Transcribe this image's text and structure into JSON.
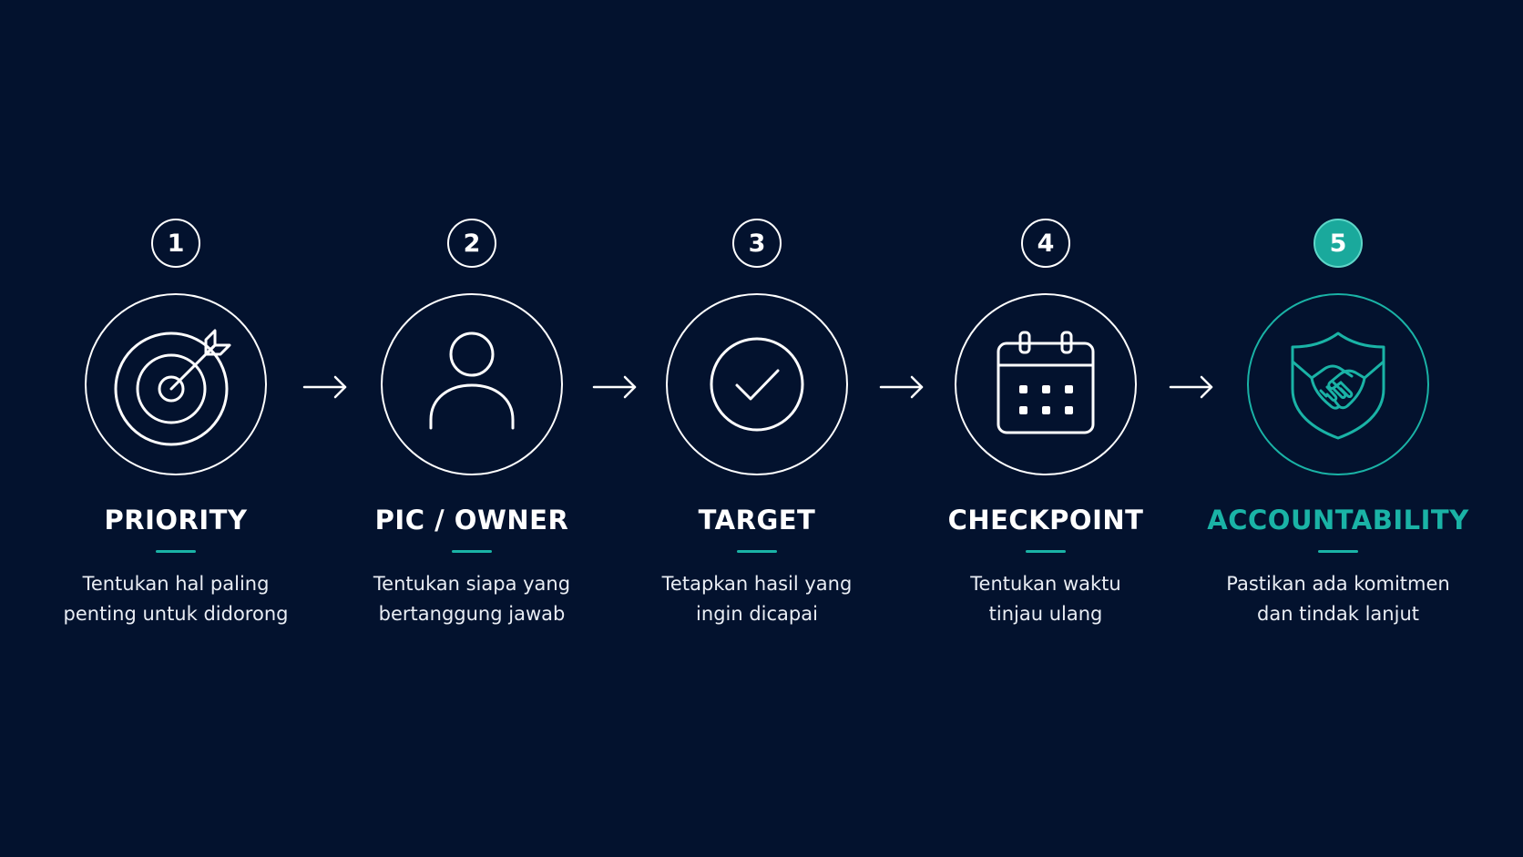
{
  "colors": {
    "background": "#03122e",
    "foreground": "#ffffff",
    "accent": "#1ab3a6"
  },
  "steps": [
    {
      "number": "1",
      "icon": "target-arrow-icon",
      "title": "PRIORITY",
      "desc_line1": "Tentukan hal paling",
      "desc_line2": "penting untuk didorong"
    },
    {
      "number": "2",
      "icon": "person-icon",
      "title": "PIC / OWNER",
      "desc_line1": "Tentukan siapa yang",
      "desc_line2": "bertanggung jawab"
    },
    {
      "number": "3",
      "icon": "check-circle-icon",
      "title": "TARGET",
      "desc_line1": "Tetapkan hasil yang",
      "desc_line2": "ingin dicapai"
    },
    {
      "number": "4",
      "icon": "calendar-icon",
      "title": "CHECKPOINT",
      "desc_line1": "Tentukan waktu",
      "desc_line2": "tinjau ulang"
    },
    {
      "number": "5",
      "icon": "shield-handshake-icon",
      "title": "ACCOUNTABILITY",
      "desc_line1": "Pastikan ada komitmen",
      "desc_line2": "dan tindak lanjut"
    }
  ]
}
